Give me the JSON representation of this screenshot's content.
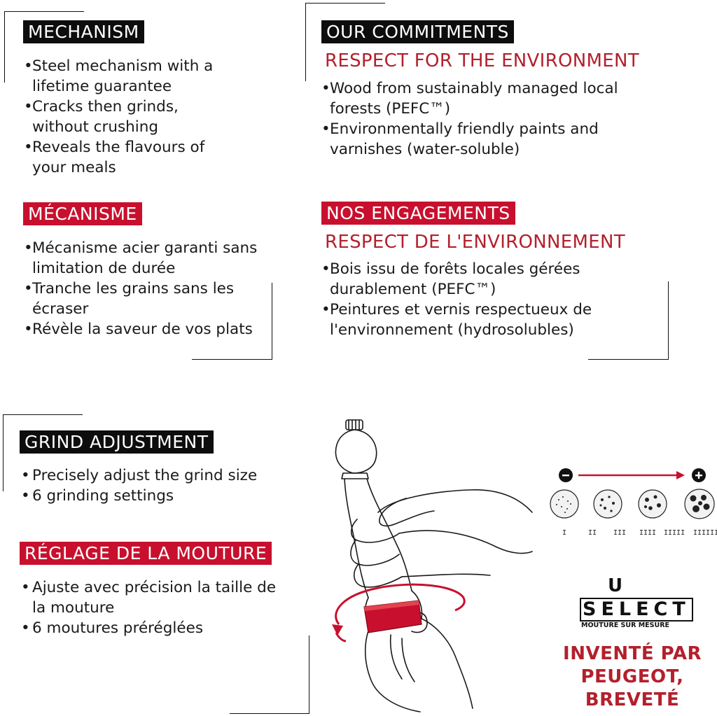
{
  "mechanism": {
    "heading_en": "MECHANISM",
    "bullets_en": [
      "Steel mechanism with a lifetime guarantee",
      "Cracks then grinds, without crushing",
      "Reveals the flavours of your meals"
    ],
    "heading_fr": "MÉCANISME",
    "bullets_fr": [
      "Mécanisme acier garanti sans limitation de durée",
      "Tranche les grains sans les écraser",
      "Révèle la saveur de vos plats"
    ]
  },
  "commitments": {
    "heading_en": "OUR COMMITMENTS",
    "subheading_en": "RESPECT FOR THE ENVIRONMENT",
    "bullets_en": [
      "Wood from sustainably managed local forests (PEFC™)",
      "Environmentally friendly paints and varnishes (water-soluble)"
    ],
    "heading_fr": "NOS ENGAGEMENTS",
    "subheading_fr": "RESPECT DE L'ENVIRONNEMENT",
    "bullets_fr": [
      "Bois issu de forêts locales gérées durablement (PEFC™)",
      "Peintures et vernis respectueux de l'environnement (hydrosolubles)"
    ]
  },
  "grind": {
    "heading_en": "GRIND ADJUSTMENT",
    "bullets_en": [
      "Precisely adjust the grind size",
      "6 grinding settings"
    ],
    "heading_fr": "RÉGLAGE DE LA MOUTURE",
    "bullets_fr": [
      "Ajuste avec précision la taille de la mouture",
      "6 moutures préréglées"
    ]
  },
  "dial": {
    "minus": "−",
    "plus": "+",
    "settings": [
      "I",
      "II",
      "III",
      "IIII",
      "IIIII",
      "IIIIII"
    ]
  },
  "logo": {
    "name": "SELECT",
    "letter": "U",
    "tagline": "MOUTURE SUR MESURE"
  },
  "invented": "INVENTÉ PAR PEUGEOT, BREVETÉ",
  "colors": {
    "accent_red": "#c8102e",
    "black": "#0d0d0d"
  }
}
